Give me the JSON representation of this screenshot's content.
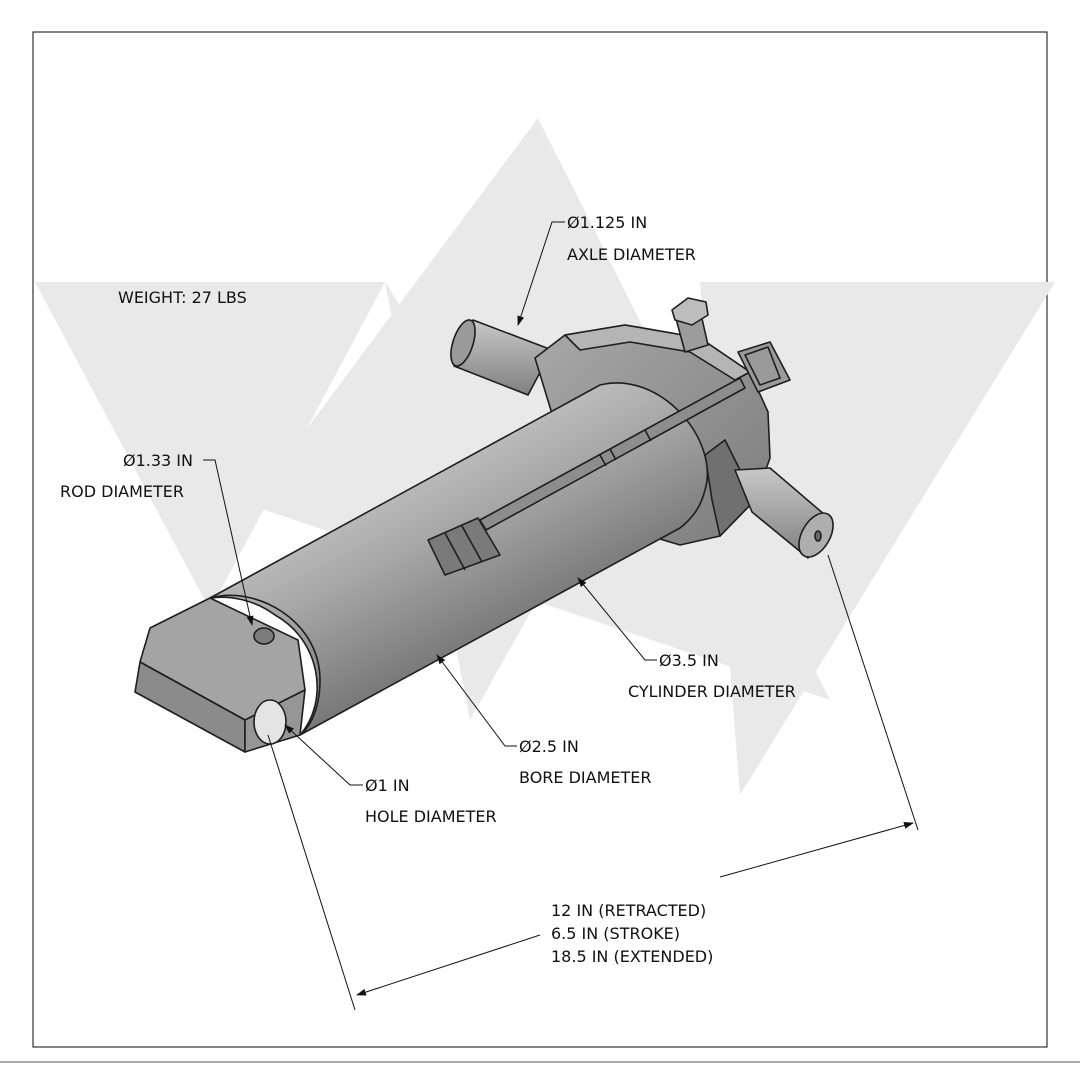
{
  "weight": "WEIGHT: 27 LBS",
  "callouts": {
    "axle": {
      "value": "Ø1.125 IN",
      "label": "AXLE DIAMETER"
    },
    "rod": {
      "value": "Ø1.33 IN",
      "label": "ROD DIAMETER"
    },
    "cylinder": {
      "value": "Ø3.5 IN",
      "label": "CYLINDER DIAMETER"
    },
    "bore": {
      "value": "Ø2.5 IN",
      "label": "BORE DIAMETER"
    },
    "hole": {
      "value": "Ø1 IN",
      "label": "HOLE DIAMETER"
    }
  },
  "length": {
    "retracted": "12 IN (RETRACTED)",
    "stroke": "6.5 IN (STROKE)",
    "extended": "18.5 IN (EXTENDED)"
  },
  "colors": {
    "watermark": "#e9e9e9",
    "body_light": "#b8b8b8",
    "body_mid": "#959595",
    "body_dark": "#6f6f6f",
    "outline": "#1e1e1e",
    "frame": "#333333"
  }
}
